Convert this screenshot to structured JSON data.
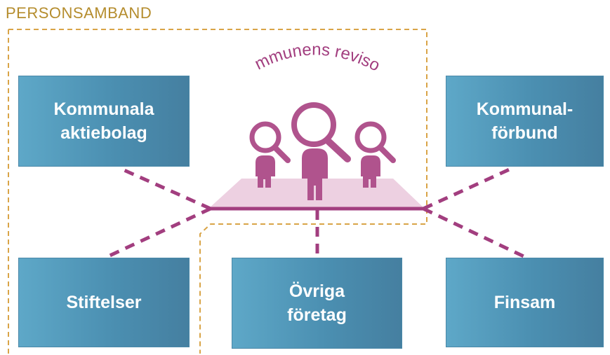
{
  "diagram": {
    "group_label": "PERSONSAMBAND",
    "center_label": "Kommunens revisorer",
    "boxes": {
      "kommunala_aktiebolag": [
        "Kommunala",
        "aktiebolag"
      ],
      "kommunalforbund": [
        "Kommunal-",
        "förbund"
      ],
      "stiftelser": [
        "Stiftelser"
      ],
      "ovriga_foretag": [
        "Övriga",
        "företag"
      ],
      "finsam": [
        "Finsam"
      ]
    },
    "colors": {
      "box_blue": "#4b8fb1",
      "connector_magenta": "#a23e7f",
      "platform_pink": "#e9c9dc",
      "group_border_gold": "#d9a447",
      "label_gold": "#b58d2e",
      "magnifier_magenta": "#b0538d"
    },
    "icons": [
      "magnifier-person-icon",
      "magnifier-person-icon",
      "magnifier-person-icon"
    ]
  }
}
